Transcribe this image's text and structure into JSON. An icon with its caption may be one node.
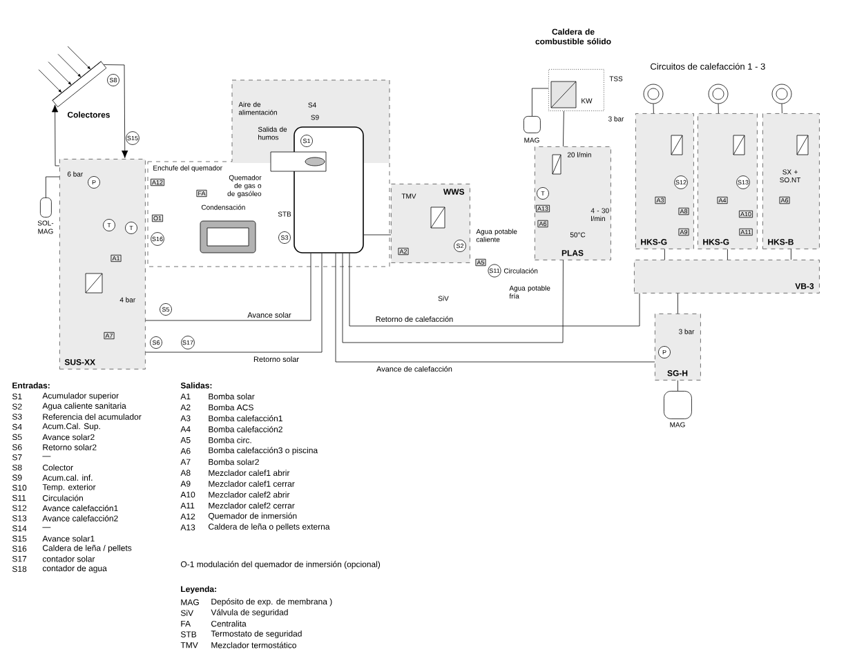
{
  "diagram": {
    "nodes": [
      {
        "text": [
          "Colectores"
        ]
      },
      {
        "text": [
          "SUS-XX"
        ]
      },
      {
        "text": [
          "SOL-MAG"
        ]
      },
      {
        "text": [
          "Enchufe del quemador"
        ]
      },
      {
        "text": [],
        "shape": "cylinder",
        "in": 3
      },
      {
        "text": [
          "WWS"
        ]
      },
      {
        "text": [
          "Caldera de combustible sólido",
          "KW"
        ]
      },
      {
        "text": [
          "MAG"
        ]
      },
      {
        "text": [
          "PLAS"
        ]
      },
      {
        "text": [],
        "shape": "circle"
      },
      {
        "text": [],
        "shape": "circle"
      },
      {
        "text": [],
        "shape": "circle"
      },
      {
        "text": [
          "HKS-G"
        ]
      },
      {
        "text": [
          "HKS-G"
        ]
      },
      {
        "text": [
          "HKS-B"
        ]
      },
      {
        "text": [
          "VB-3"
        ]
      },
      {
        "text": [
          "SG-H"
        ]
      },
      {
        "text": [
          "MAG"
        ]
      }
    ],
    "edges": [
      {
        "from": 0,
        "to": 1,
        "arrow": "to"
      },
      {
        "from": 1,
        "to": 0,
        "arrow": "to"
      },
      {
        "from": 2,
        "to": 1,
        "arrow": "none"
      },
      {
        "from": 1,
        "to": 4,
        "arrow": "none",
        "label": "Avance solar"
      },
      {
        "from": 1,
        "to": 4,
        "arrow": "none",
        "label": "Retorno solar"
      },
      {
        "from": 4,
        "to": 15,
        "arrow": "none",
        "label": "Retorno de calefacción"
      },
      {
        "from": 4,
        "to": 16,
        "arrow": "none",
        "label": "Avance de calefacción"
      },
      {
        "from": 4,
        "to": 5,
        "arrow": "none"
      },
      {
        "from": 7,
        "to": 6,
        "arrow": "none"
      },
      {
        "from": 6,
        "to": 8,
        "arrow": "none"
      },
      {
        "from": 8,
        "to": 4,
        "arrow": "none"
      },
      {
        "from": 9,
        "to": 12,
        "arrow": "none"
      },
      {
        "from": 10,
        "to": 13,
        "arrow": "none"
      },
      {
        "from": 11,
        "to": 14,
        "arrow": "none"
      },
      {
        "from": 12,
        "to": 15,
        "arrow": "none"
      },
      {
        "from": 13,
        "to": 15,
        "arrow": "none"
      },
      {
        "from": 14,
        "to": 15,
        "arrow": "none"
      },
      {
        "from": 15,
        "to": 16,
        "arrow": "none"
      },
      {
        "from": 16,
        "to": 17,
        "arrow": "none"
      }
    ],
    "labels": [
      "S8",
      "S15",
      "6 bar",
      "P",
      "T",
      "T",
      "A1",
      "4 bar",
      "A7",
      "S5",
      "S6",
      "S17",
      "A12",
      "O1",
      "S16",
      "FA",
      "Aire de alimentación",
      "Salida de humos",
      "S4",
      "S9",
      "S1",
      "Quemador de gas o de gasóleo",
      "Condensación",
      "STB",
      "S3",
      "TMV",
      "A2",
      "S2",
      "Agua potable caliente",
      "A5",
      "S11",
      "Circulación",
      "Agua potable fría",
      "SiV",
      "TSS",
      "3 bar",
      "20 l/min",
      "T",
      "A13",
      "A6",
      "50°C",
      "4 - 30 l/min",
      "Circuitos de calefacción 1 - 3",
      "S12",
      "A3",
      "A8",
      "A9",
      "S13",
      "A4",
      "A10",
      "A11",
      "SX + SO.NT",
      "A6",
      "3 bar",
      "P",
      "Entradas:",
      "S1",
      "Acumulador superior",
      "S2",
      "Agua caliente sanitaria",
      "S3",
      "Referencia del acumulador",
      "S4",
      "Acum.Cal. Sup.",
      "S5",
      "Avance solar2",
      "S6",
      "Retorno solar2",
      "S7",
      "—",
      "S8",
      "Colector",
      "S9",
      "Acum.cal. inf.",
      "S10",
      "Temp. exterior",
      "S11",
      "Circulación",
      "S12",
      "Avance calefacción1",
      "S13",
      "Avance calefacción2",
      "S14",
      "—",
      "S15",
      "Avance solar1",
      "S16",
      "Caldera de leña / pellets",
      "S17",
      "contador solar",
      "S18",
      "contador de agua",
      "Salidas:",
      "A1",
      "Bomba solar",
      "A2",
      "Bomba ACS",
      "A3",
      "Bomba calefacción1",
      "A4",
      "Bomba calefacción2",
      "A5",
      "Bomba circ.",
      "A6",
      "Bomba calefacción3 o piscina",
      "A7",
      "Bomba solar2",
      "A8",
      "Mezclador calef1 abrir",
      "A9",
      "Mezclador calef1 cerrar",
      "A10",
      "Mezclador calef2 abrir",
      "A11",
      "Mezclador calef2 cerrar",
      "A12",
      "Quemador de inmersión",
      "A13",
      "Caldera de leña o pellets externa",
      "O-1 modulación del quemador de inmersión (opcional)",
      "Leyenda:",
      "MAG",
      "Depósito de exp. de membrana )",
      "SiV",
      "Válvula de seguridad",
      "FA",
      "Centralita",
      "STB",
      "Termostato de seguridad",
      "TMV",
      "Mezclador termostático"
    ]
  }
}
